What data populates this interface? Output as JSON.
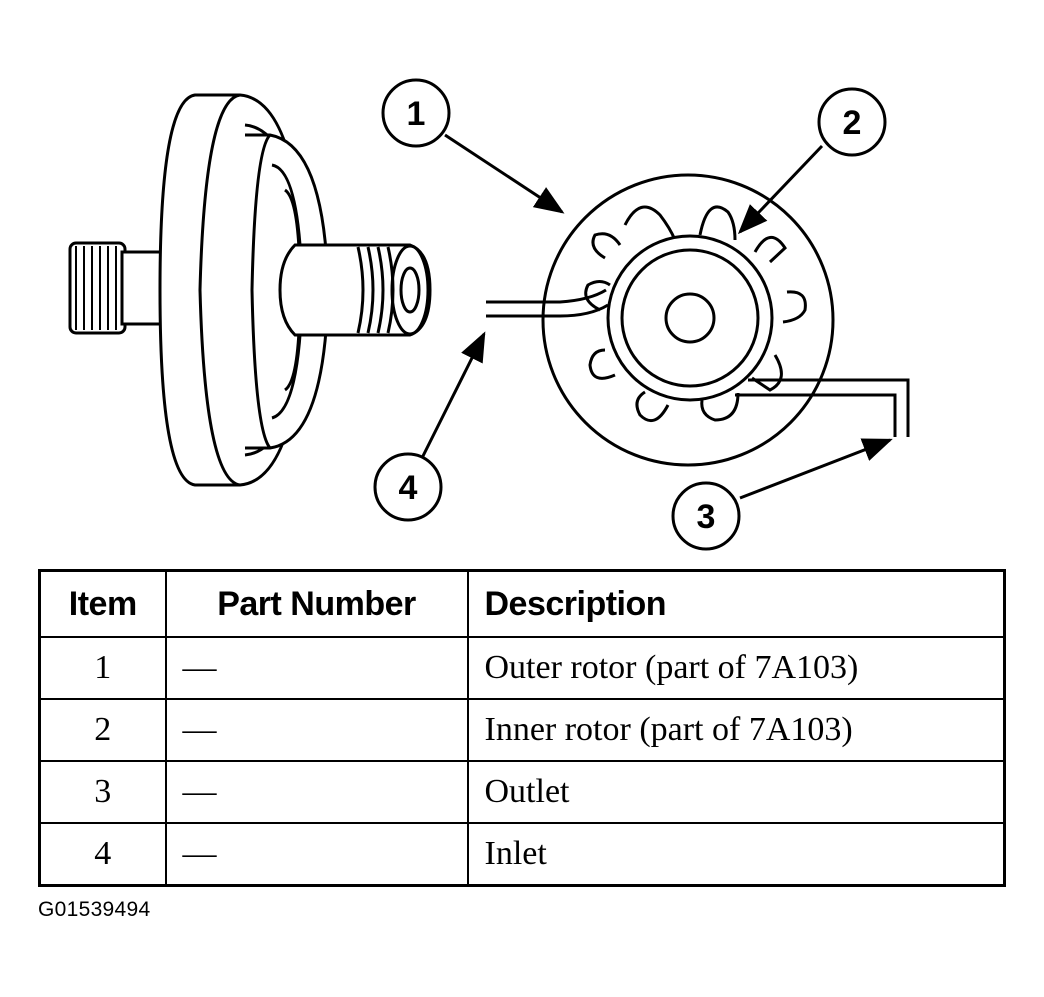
{
  "callouts": [
    "1",
    "2",
    "3",
    "4"
  ],
  "table": {
    "headers": {
      "item": "Item",
      "part_number": "Part Number",
      "description": "Description"
    },
    "rows": [
      {
        "item": "1",
        "part_number": "—",
        "description": "Outer rotor (part of 7A103)"
      },
      {
        "item": "2",
        "part_number": "—",
        "description": "Inner rotor (part of 7A103)"
      },
      {
        "item": "3",
        "part_number": "—",
        "description": "Outlet"
      },
      {
        "item": "4",
        "part_number": "—",
        "description": "Inlet"
      }
    ]
  },
  "figure_id": "G01539494"
}
